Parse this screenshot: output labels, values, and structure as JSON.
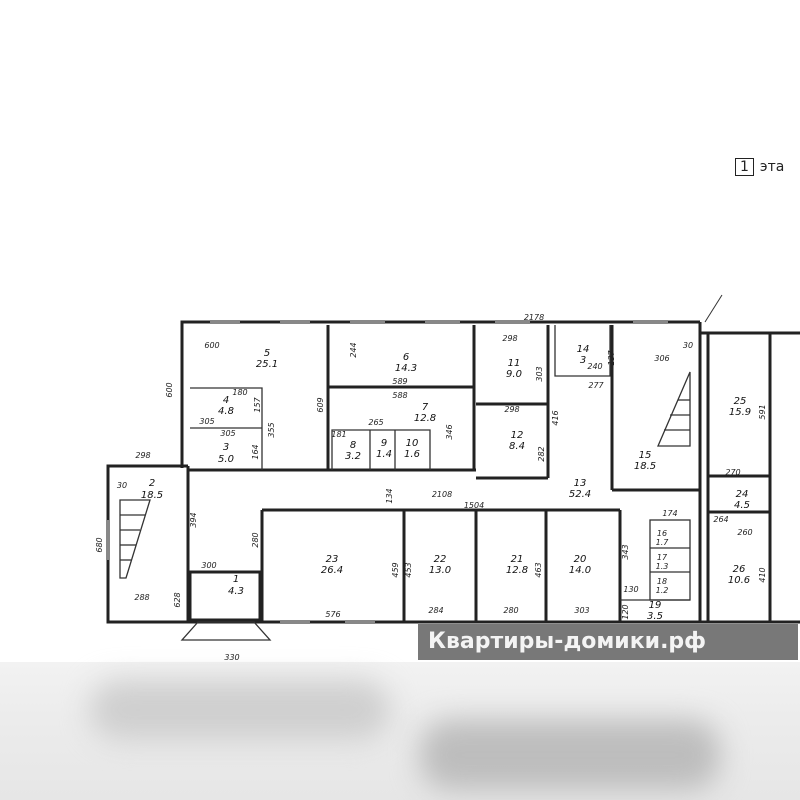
{
  "floor_label": {
    "number": "1",
    "text": "эта"
  },
  "watermark": "Квартиры-домики.рф",
  "rooms": [
    {
      "number": "1",
      "area": "4.3"
    },
    {
      "number": "2",
      "area": "18.5"
    },
    {
      "number": "3",
      "area": "5.0"
    },
    {
      "number": "4",
      "area": "4.8"
    },
    {
      "number": "5",
      "area": "25.1"
    },
    {
      "number": "6",
      "area": "14.3"
    },
    {
      "number": "7",
      "area": "12.8"
    },
    {
      "number": "8",
      "area": "3.2"
    },
    {
      "number": "9",
      "area": "1.4"
    },
    {
      "number": "10",
      "area": "1.6"
    },
    {
      "number": "11",
      "area": "9.0"
    },
    {
      "number": "12",
      "area": "8.4"
    },
    {
      "number": "13",
      "area": "52.4"
    },
    {
      "number": "14",
      "area": "3"
    },
    {
      "number": "15",
      "area": "18.5"
    },
    {
      "number": "16",
      "area": "1.7"
    },
    {
      "number": "17",
      "area": "1.3"
    },
    {
      "number": "18",
      "area": "1.2"
    },
    {
      "number": "19",
      "area": "3.5"
    },
    {
      "number": "20",
      "area": "14.0"
    },
    {
      "number": "21",
      "area": "12.8"
    },
    {
      "number": "22",
      "area": "13.0"
    },
    {
      "number": "23",
      "area": "26.4"
    },
    {
      "number": "24",
      "area": "4.5"
    },
    {
      "number": "25",
      "area": "15.9"
    },
    {
      "number": "26",
      "area": "10.6"
    }
  ],
  "dimensions": [
    "600",
    "600",
    "609",
    "244",
    "589",
    "588",
    "346",
    "2178",
    "298",
    "303",
    "298",
    "416",
    "282",
    "240",
    "277",
    "137",
    "306",
    "591",
    "270",
    "2108",
    "1504",
    "134",
    "394",
    "280",
    "300",
    "288",
    "628",
    "680",
    "576",
    "459",
    "453",
    "284",
    "280",
    "303",
    "463",
    "343",
    "130",
    "120",
    "174",
    "264",
    "260",
    "410",
    "330",
    "305",
    "305",
    "180",
    "157",
    "164",
    "355",
    "181",
    "265",
    "298",
    "30",
    "30"
  ]
}
